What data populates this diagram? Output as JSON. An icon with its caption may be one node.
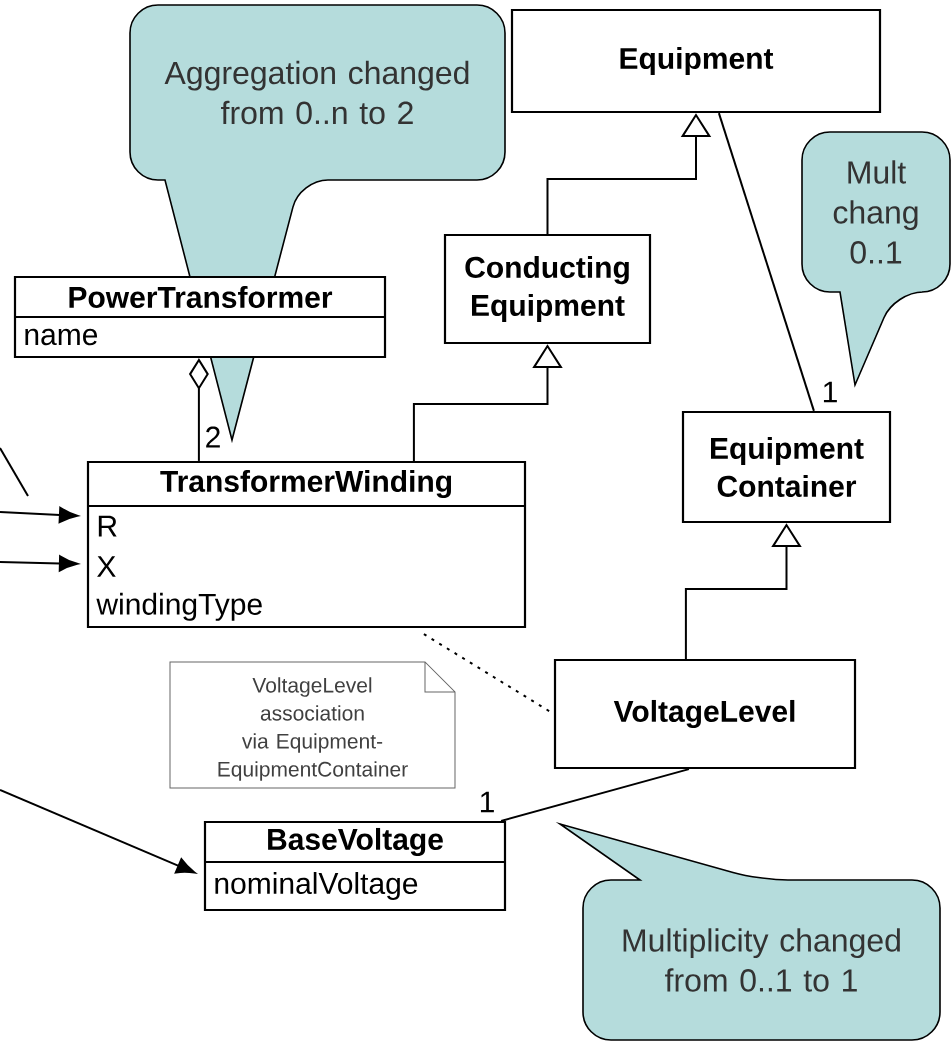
{
  "diagram": {
    "nodes": [
      {
        "text": [
          "Equipment"
        ]
      },
      {
        "text": [
          "Aggregation changed from 0..n to 2"
        ]
      },
      {
        "text": [
          "Mult chang 0..1"
        ]
      },
      {
        "text": [
          "Conducting Equipment"
        ]
      },
      {
        "text": [
          "PowerTransformer",
          "name"
        ]
      },
      {
        "text": [
          "TransformerWinding",
          "R",
          "X",
          "windingType"
        ]
      },
      {
        "text": [
          "Equipment Container"
        ]
      },
      {
        "text": [
          "VoltageLevel association via Equipment- EquipmentContainer"
        ]
      },
      {
        "text": [
          "VoltageLevel"
        ]
      },
      {
        "text": [
          "BaseVoltage",
          "nominalVoltage"
        ]
      },
      {
        "text": [
          "Multiplicity changed from 0..1 to 1"
        ]
      }
    ],
    "edges": [
      {
        "from": 3,
        "to": 0,
        "arrow": "to"
      },
      {
        "from": 5,
        "to": 3,
        "arrow": "to"
      },
      {
        "from": 8,
        "to": 6,
        "arrow": "to"
      },
      {
        "from": 6,
        "to": 0,
        "arrow": "none",
        "label": "1"
      },
      {
        "from": 4,
        "to": 5,
        "arrow": "other",
        "label": "2"
      },
      {
        "from": 5,
        "to": 8,
        "arrow": "none",
        "style": "dashed"
      },
      {
        "from": 8,
        "to": 9,
        "arrow": "none",
        "label": "1"
      },
      {
        "from": null,
        "to": 5,
        "arrow": "to"
      },
      {
        "from": null,
        "to": 5,
        "arrow": "to"
      },
      {
        "from": null,
        "to": 9,
        "arrow": "to"
      }
    ]
  }
}
